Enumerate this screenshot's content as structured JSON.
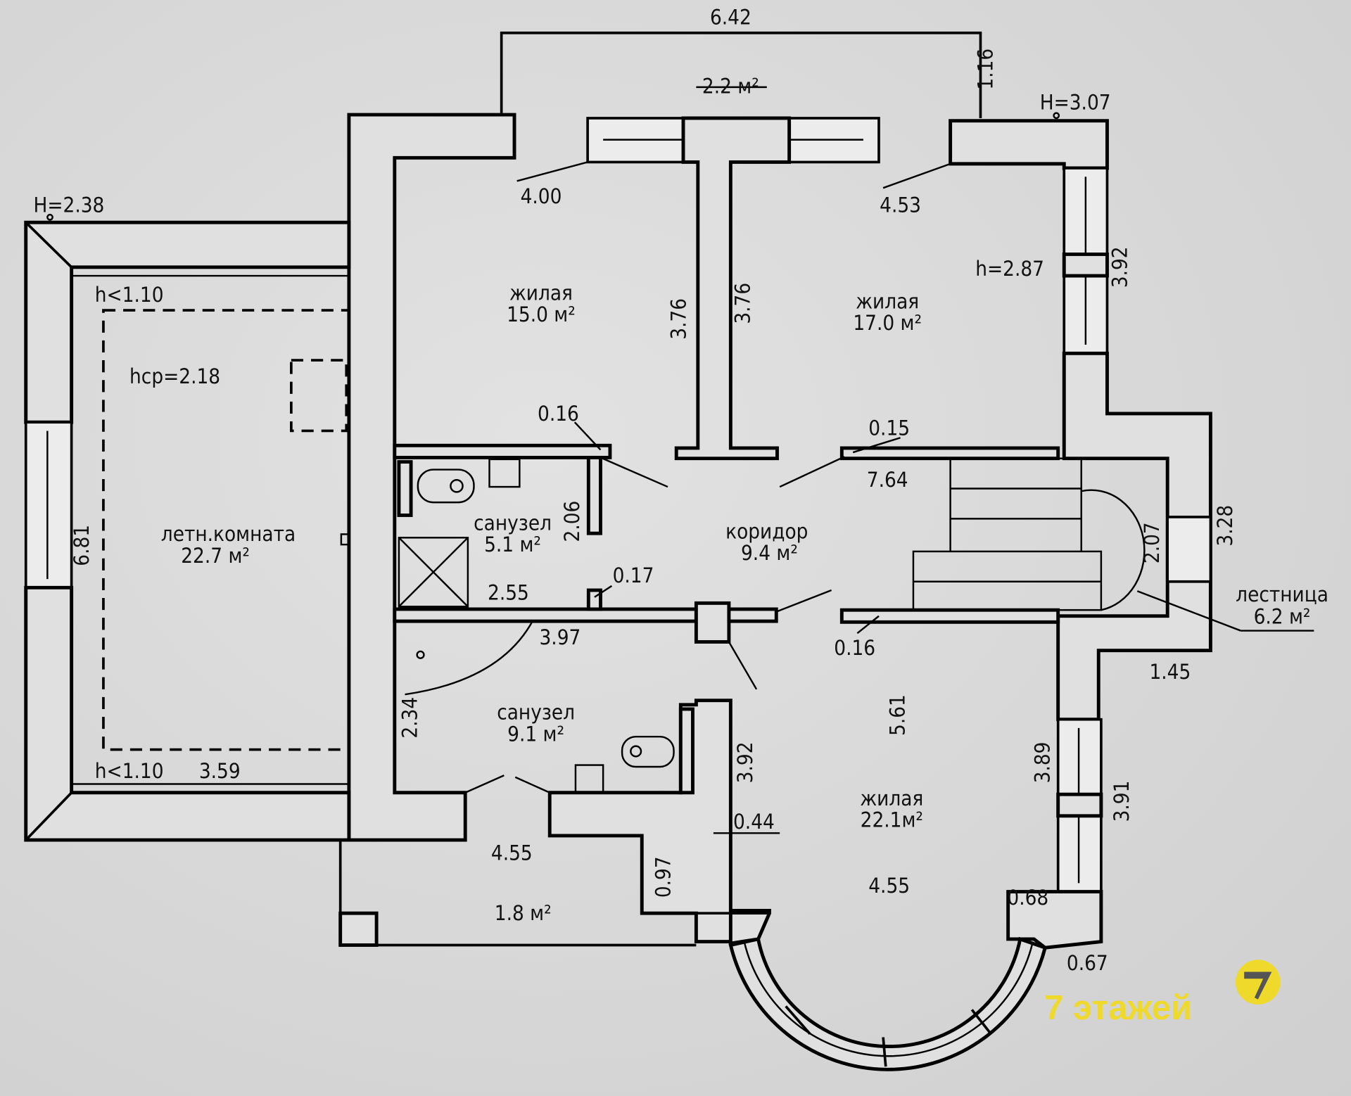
{
  "labels": {
    "balcony_top_width": "6.42",
    "balcony_top_area": "2.2 м²",
    "balcony_top_depth": "1.16",
    "height_right": "H=3.07",
    "height_left": "H=2.38",
    "room1_width": "4.00",
    "room2_width": "4.53",
    "room2_height": "h=2.87",
    "right_wall_392": "3.92",
    "room1_name": "жилая",
    "room1_area": "15.0 м²",
    "room1_depth": "3.76",
    "room2_depth": "3.76",
    "room2_name": "жилая",
    "room2_area": "17.0 м²",
    "summer_h_top": "h<1.10",
    "summer_h_avg": "hср=2.18",
    "door_016a": "0.16",
    "door_015": "0.15",
    "corridor_length": "7.64",
    "bath1_name": "санузел",
    "bath1_area": "5.1 м²",
    "bath1_depth": "2.06",
    "corridor_name": "коридор",
    "corridor_area": "9.4 м²",
    "stair_width": "2.07",
    "stair_outer": "3.28",
    "summer_name": "летн.комната",
    "summer_area": "22.7 м²",
    "summer_depth": "6.81",
    "wall_017": "0.17",
    "bath1_width": "2.55",
    "stair_name": "лестница",
    "stair_area": "6.2 м²",
    "bath2_width": "3.97",
    "door_016b": "0.16",
    "stair_depth": "1.45",
    "room3_depth": "5.61",
    "bath2_name": "санузел",
    "bath2_area": "9.1 м²",
    "bath2_depth": "2.34",
    "room3_left": "3.92",
    "room3_right": "3.89",
    "summer_h_bottom": "h<1.10",
    "summer_width": "3.59",
    "room3_name": "жилая",
    "room3_area": "22.1м²",
    "room3_outer": "3.91",
    "wall_044": "0.44",
    "balcony_bottom_width": "4.55",
    "balcony_bottom_depth": "0.97",
    "room3_width": "4.55",
    "balcony_bottom_area": "1.8 м²",
    "bay_068": "0.68",
    "bay_067": "0.67"
  },
  "watermark": {
    "text": "7 этажей",
    "logo_text": "7",
    "color": "#efd92a"
  }
}
